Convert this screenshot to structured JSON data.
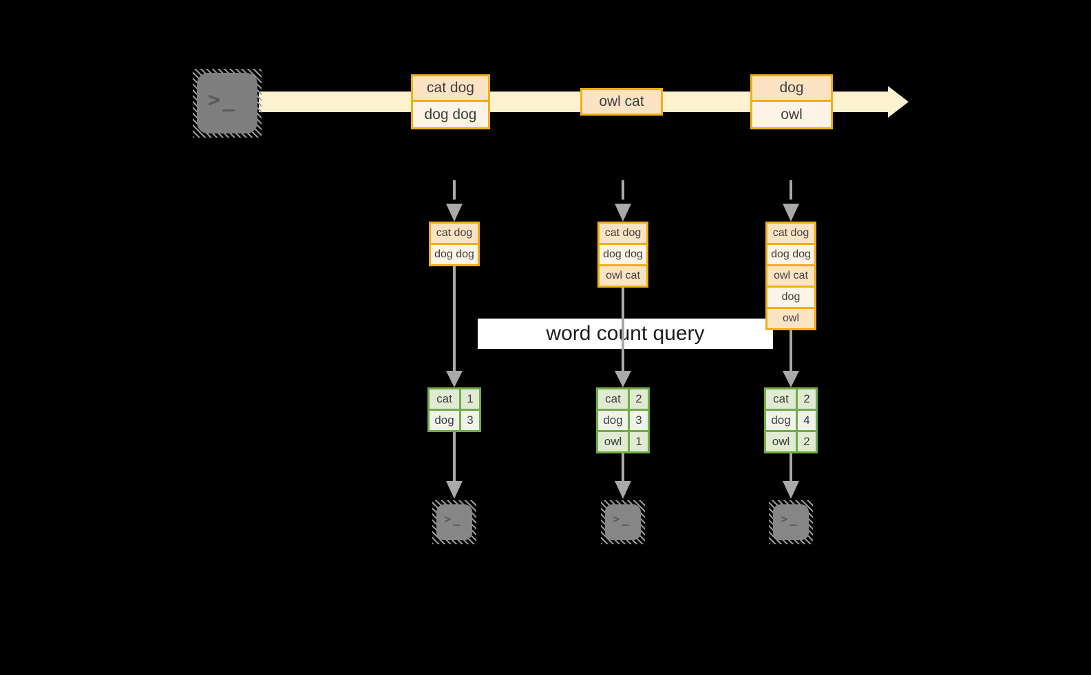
{
  "title": "word count query stream diagram",
  "query": {
    "label": "word count query"
  },
  "icons": {
    "source_terminal_glyph": ">_",
    "sink_terminal_glyph": ">_"
  },
  "timeline": {
    "direction": "left-to-right",
    "events": [
      {
        "rows": [
          "cat dog",
          "dog dog"
        ]
      },
      {
        "rows": [
          "owl cat"
        ]
      },
      {
        "rows": [
          "dog",
          "owl"
        ]
      }
    ]
  },
  "columns": [
    {
      "stack": [
        "cat dog",
        "dog dog"
      ],
      "counts": [
        {
          "word": "cat",
          "count": "1"
        },
        {
          "word": "dog",
          "count": "3"
        }
      ]
    },
    {
      "stack": [
        "cat dog",
        "dog dog",
        "owl cat"
      ],
      "counts": [
        {
          "word": "cat",
          "count": "2"
        },
        {
          "word": "dog",
          "count": "3"
        },
        {
          "word": "owl",
          "count": "1"
        }
      ]
    },
    {
      "stack": [
        "cat dog",
        "dog dog",
        "owl cat",
        "dog",
        "owl"
      ],
      "counts": [
        {
          "word": "cat",
          "count": "2"
        },
        {
          "word": "dog",
          "count": "4"
        },
        {
          "word": "owl",
          "count": "2"
        }
      ]
    }
  ],
  "colors": {
    "background": "#000000",
    "stream_band": "#fdf2cf",
    "record_border": "#efb012",
    "record_fill_dark": "#fbe3c4",
    "record_fill_light": "#fdf3e6",
    "table_border": "#6fad47",
    "table_fill_dark": "#e1ead2",
    "table_fill_light": "#eff4ea",
    "arrow_gray": "#a9a9a9",
    "terminal_gray": "#7f7f7f",
    "query_band": "#ffffff",
    "text": "#3f3f3f"
  }
}
